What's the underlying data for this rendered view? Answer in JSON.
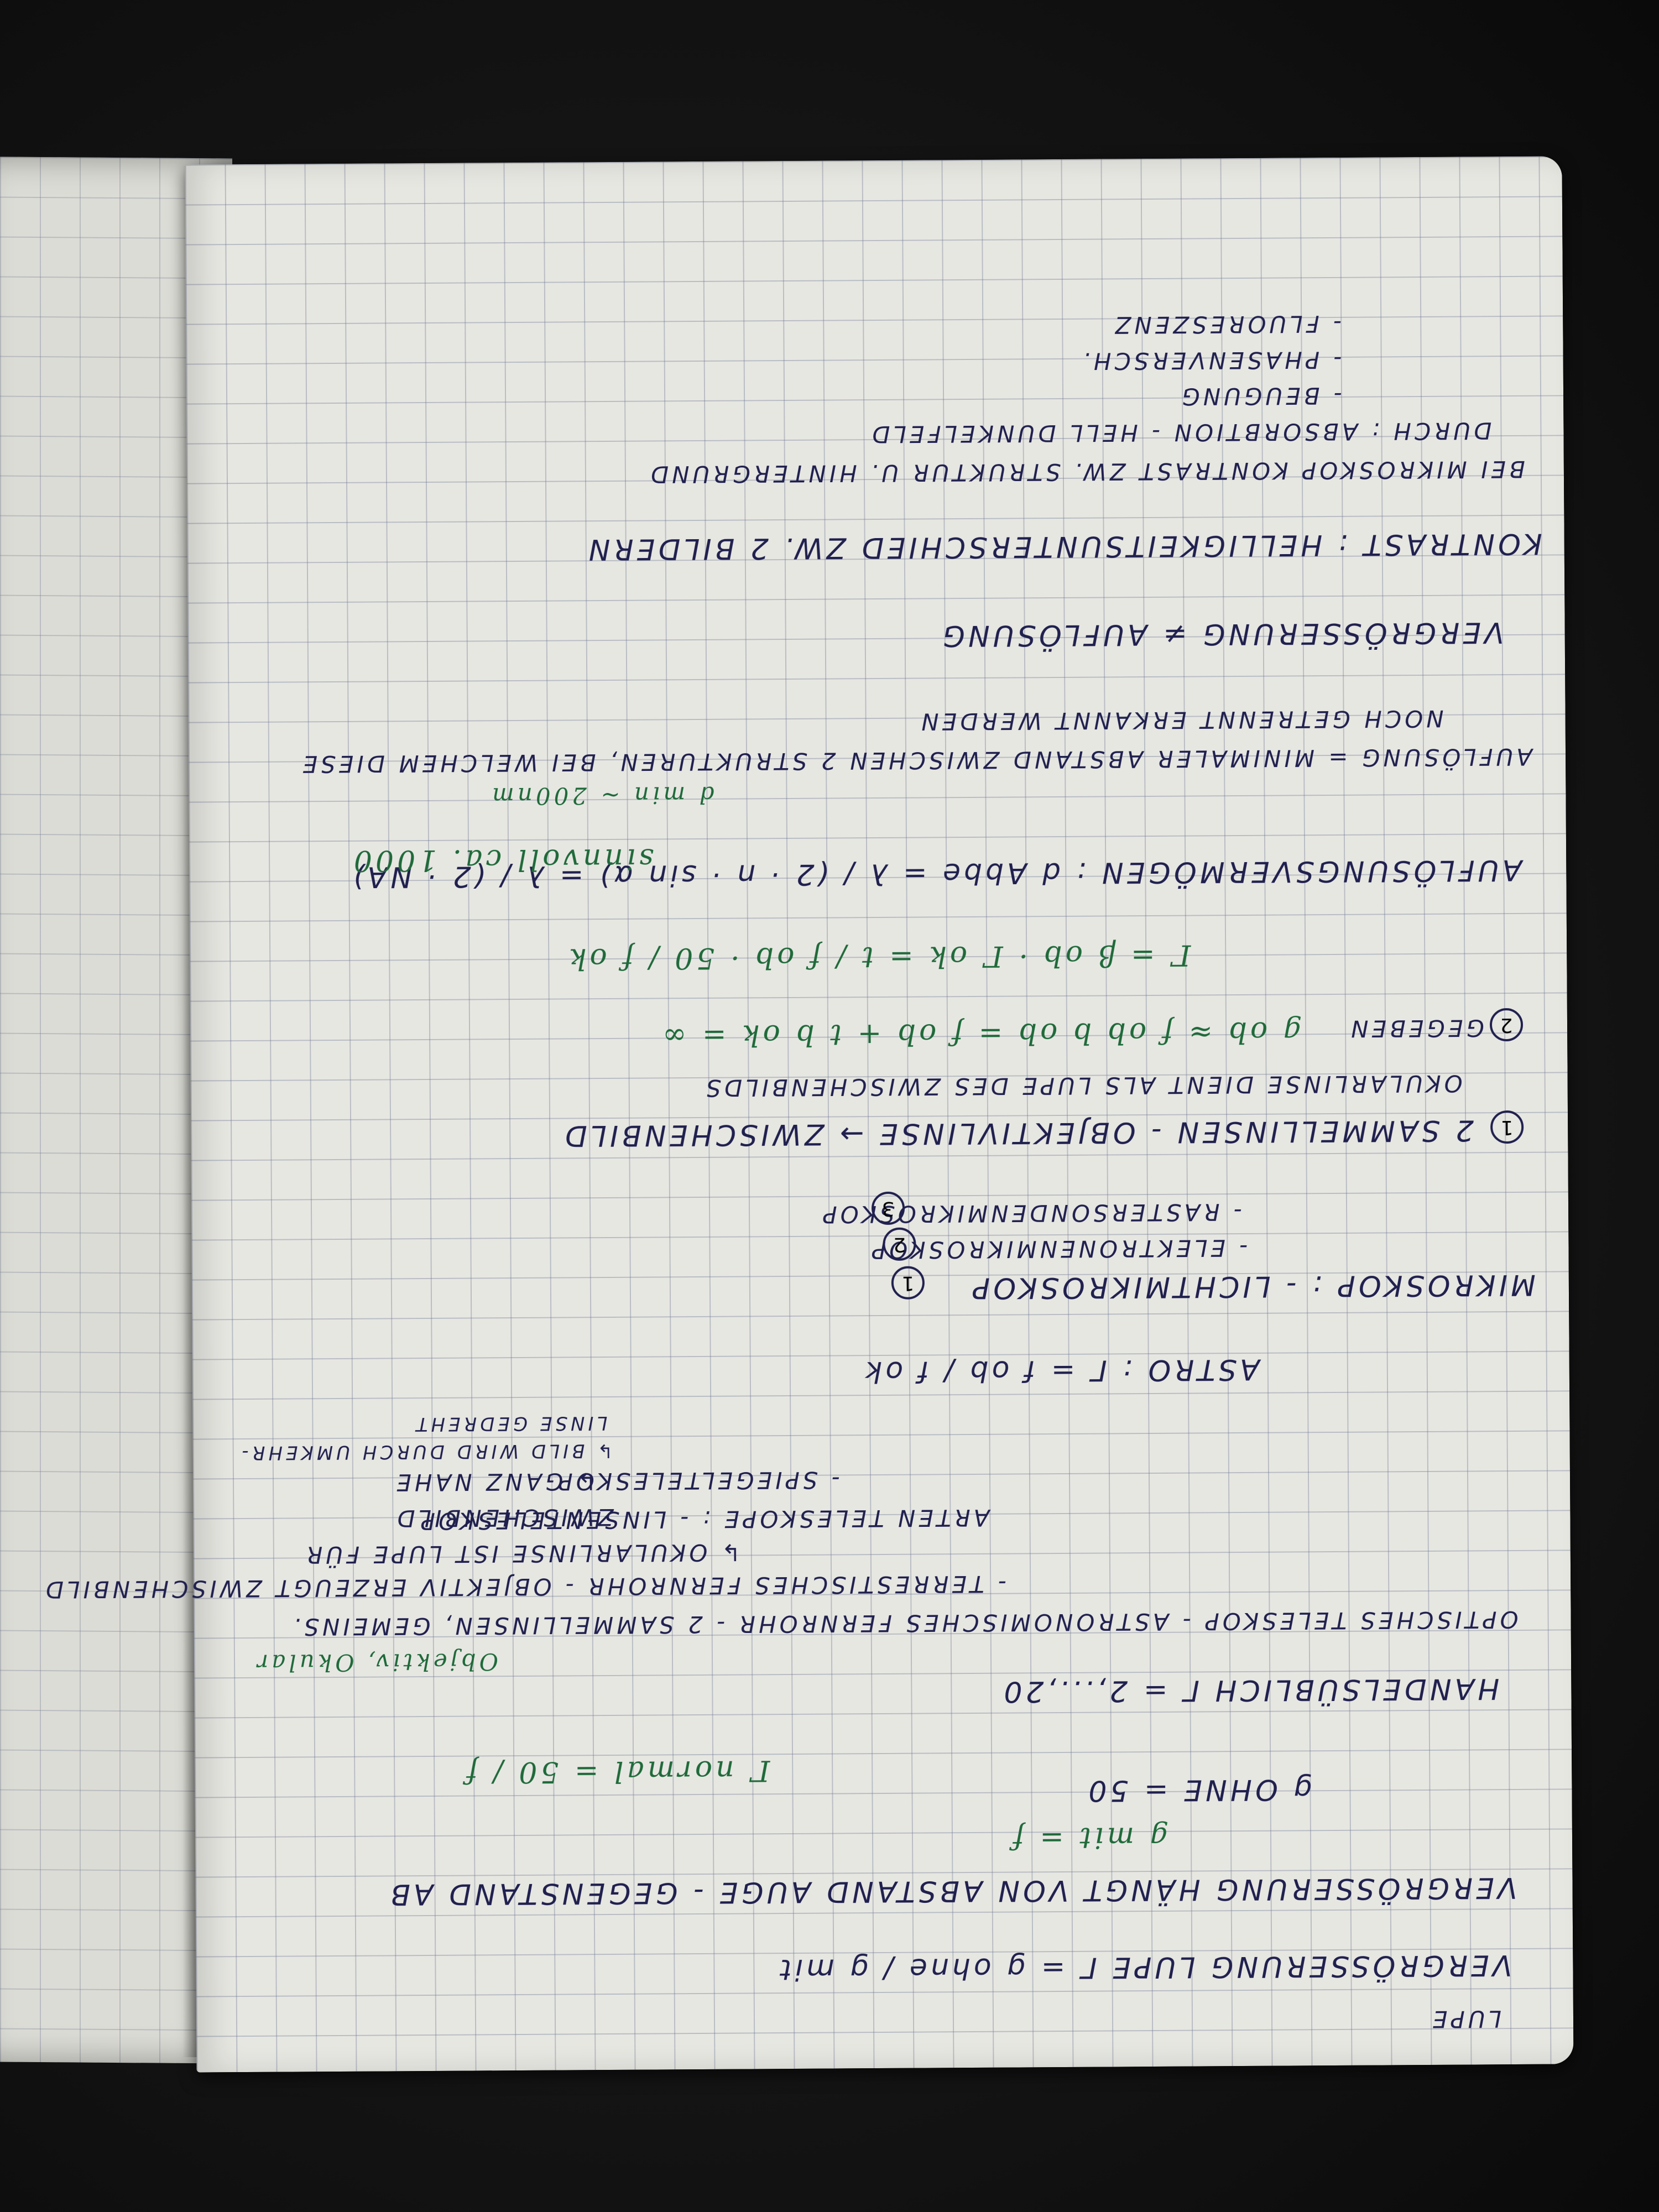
{
  "photo": {
    "background_color": "#141414",
    "paper_color": "#e7e7e2",
    "grid_color": "#6e7891",
    "ink_blue": "#20204f",
    "ink_green": "#1f6a3a",
    "text_orientation": "upside-down"
  },
  "notes": {
    "l01": "LUPE",
    "l02": "VERGRÖSSERUNG LUPE Γ = g ohne / g mit",
    "l03": "VERGRÖSSERUNG HÄNGT VON ABSTAND AUGE - GEGENSTAND AB",
    "l04": "g mit = f",
    "l05": "g OHNE = 50",
    "l06": "Γ normal = 50 / f",
    "l07": "HANDELSÜBLICH Γ = 2,...,20",
    "l08": "Objektiv, Okular",
    "l09": "OPTISCHES TELESKOP  - ASTRONOMISCHES FERNROHR  - 2 SAMMELLINSEN, GEMEINS.",
    "l10": "- TERRESTISCHES FERNROHR  - OBJEKTIV ERZEUGT ZWISCHENBILD",
    "l11": "↳ OKULARLINSE IST LUPE FÜR",
    "l12": "ARTEN TELESKOPE : - LINSENTELESKOP",
    "l13": "ZWISCHENBILD",
    "l14": "- SPIEGELTELESKOP",
    "l15": "↳ GANZ NAHE",
    "l16": "↳ BILD WIRD DURCH UMKEHR-",
    "l17": "LINSE GEDREHT",
    "l18": "ASTRO : Γ = f ob / f ok",
    "l19": "MIKROSKOP : - LICHTMIKROSKOP",
    "l20": "- ELEKTRONENMIKROSKOP",
    "l21": "- RASTERSONDENMIKROSKOP",
    "l22": "2 SAMMELLINSEN - OBJEKTIVLINSE → ZWISCHENBILD",
    "l23": "OKULARLINSE DIENT ALS LUPE DES ZWISCHENBILDS",
    "l24": "GEGEBEN",
    "l25": "g ob ≈ f ob      b ob = f ob + t      b ok = ∞",
    "l26": "Γ = β ob · Γ ok = t / f ob · 50 / f ok",
    "l27": "AUFLÖSUNGSVERMÖGEN : d Abbe = λ / (2 · n · sin α) = λ / (2 · NA)",
    "l28": "sinnvoll ca. 1000",
    "l29": "d min ~ 200nm",
    "l30": "AUFLÖSUNG = MINIMALER ABSTAND ZWISCHEN 2 STRUKTUREN, BEI WELCHEM DIESE",
    "l31": "NOCH GETRENNT ERKANNT WERDEN",
    "l32": "VERGRÖSSERUNG ≠ AUFLÖSUNG",
    "l33": "KONTRAST : HELLIGKEITSUNTERSCHIED ZW. 2 BILDERN",
    "l34": "BEI MIKROSKOP KONTRAST ZW. STRUKTUR U. HINTERGRUND",
    "l35": "DURCH : ABSORBTION   - HELL DUNKELFELD",
    "l36": "- BEUGUNG",
    "l37": "- PHASENVERSCH.",
    "l38": "- FLUORESZENZ",
    "c1": "1",
    "c2": "2",
    "c3": "3",
    "c4": "1",
    "c5": "2"
  }
}
